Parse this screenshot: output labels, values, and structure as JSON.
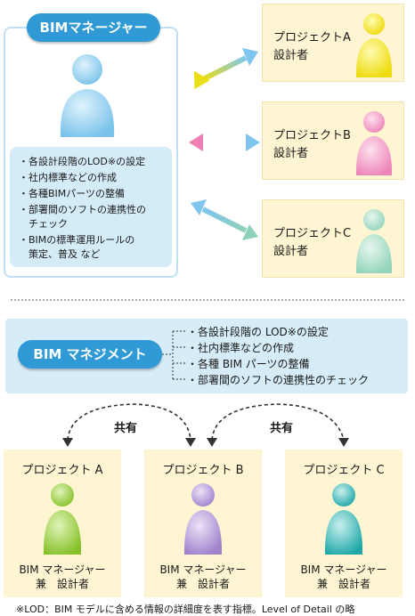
{
  "manager": {
    "title": "BIMマネージャー",
    "duties": [
      "・各設計段階のLOD※の設定",
      "・社内標準などの作成",
      "・各種BIMパーツの整備",
      "・部署間のソフトの連携性の",
      "　チェック",
      "・BIMの標準運用ルールの",
      "　策定、普及 など"
    ]
  },
  "projects_right": [
    {
      "name": "プロジェクトA",
      "role": "設計者"
    },
    {
      "name": "プロジェクトB",
      "role": "設計者"
    },
    {
      "name": "プロジェクトC",
      "role": "設計者"
    }
  ],
  "management": {
    "label": "BIM マネジメント",
    "duties": [
      "・各設計段階の LOD※の設定",
      "・社内標準などの作成",
      "・各種 BIM パーツの整備",
      "・部署間のソフトの連携性のチェック"
    ]
  },
  "share_label": "共有",
  "projects_bottom": [
    {
      "name": "プロジェクト A",
      "role1": "BIM マネージャー",
      "role2": "兼　設計者"
    },
    {
      "name": "プロジェクト B",
      "role1": "BIM マネージャー",
      "role2": "兼　設計者"
    },
    {
      "name": "プロジェクト C",
      "role1": "BIM マネージャー",
      "role2": "兼　設計者"
    }
  ],
  "footnote": "※LOD：BIM モデルに含める情報の詳細度を表す指標。Level of Detail の略",
  "colors": {
    "blue": "#2f9ad6",
    "light_blue": "#d6ecf8",
    "cream": "#fff5d2",
    "person_manager": "#8fcff0",
    "person_a": "#f4e417",
    "person_b": "#f19bc2",
    "person_c": "#a7dcc8",
    "bottom_a": "#8cc832",
    "bottom_b": "#a78bd0",
    "bottom_c": "#2bb1b1"
  }
}
